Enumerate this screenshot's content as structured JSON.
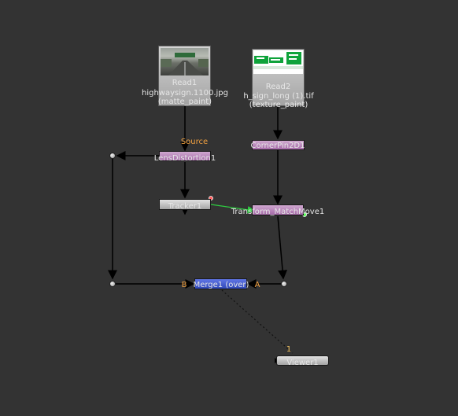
{
  "nodes": {
    "read1": {
      "name": "Read1",
      "file": "highwaysign.1100.jpg",
      "layer": "(matte_paint)"
    },
    "read2": {
      "name": "Read2",
      "file": "h_sign_long (1).tif",
      "layer": "(texture_paint)"
    },
    "cornerpin": {
      "name": "CornerPin2D1"
    },
    "lens": {
      "name": "LensDistortion1",
      "input_label": "Source"
    },
    "tracker": {
      "name": "Tracker1"
    },
    "transform": {
      "name": "Transform_MatchMove1"
    },
    "merge": {
      "name": "Merge1 (over)",
      "input_a": "A",
      "input_b": "B"
    },
    "viewer": {
      "name": "Viewer1",
      "input_label": "1"
    }
  },
  "colors": {
    "background": "#333333",
    "link": "#000000",
    "expression_link": "#2ecc40",
    "input_label": "#f0a040",
    "merge_node": "#3f5bd4",
    "op_node": "#b57fb8"
  }
}
